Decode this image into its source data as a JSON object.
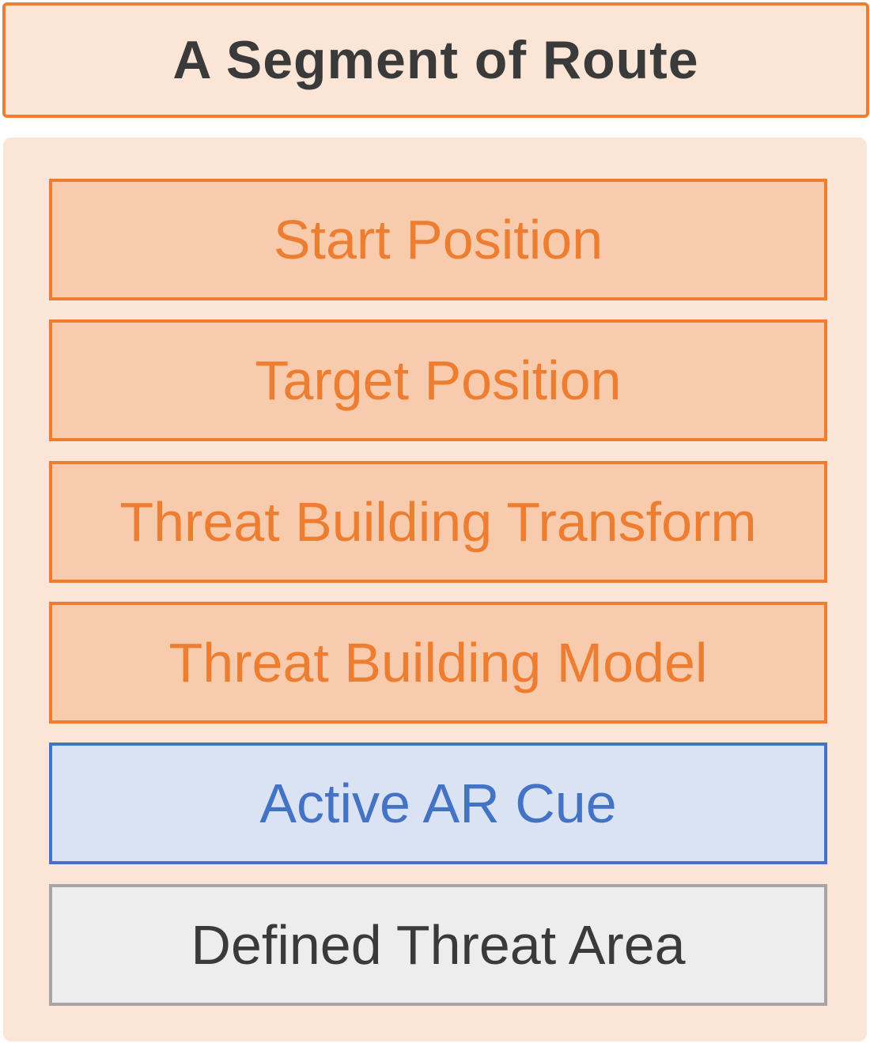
{
  "title": "A Segment of Route",
  "fields": [
    {
      "label": "Start Position",
      "style": "orange"
    },
    {
      "label": "Target Position",
      "style": "orange"
    },
    {
      "label": "Threat Building Transform",
      "style": "orange"
    },
    {
      "label": "Threat Building Model",
      "style": "orange"
    },
    {
      "label": "Active AR Cue",
      "style": "blue"
    },
    {
      "label": "Defined Threat Area",
      "style": "gray"
    }
  ],
  "colors": {
    "orange_border": "#ed7d31",
    "orange_fill": "#f8cbad",
    "panel_fill": "#fbe5d6",
    "blue_border": "#4472c4",
    "blue_fill": "#dae3f3",
    "gray_border": "#a5a5a5",
    "gray_fill": "#ededed",
    "dark_text": "#3a3a3a"
  }
}
